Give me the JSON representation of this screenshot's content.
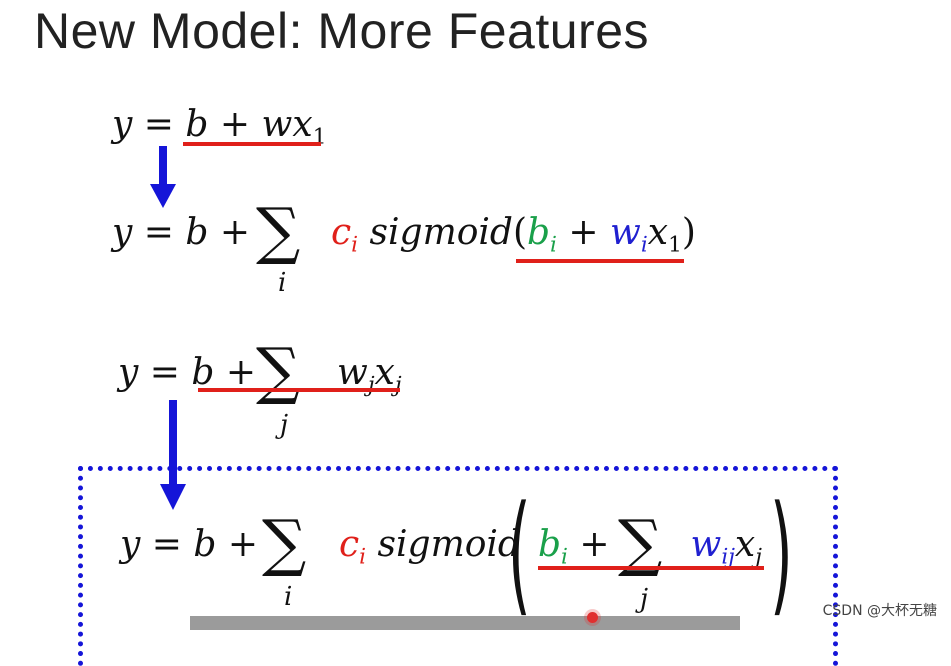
{
  "slide": {
    "title": "New Model: More Features",
    "watermark": "CSDN @大杯无糖"
  },
  "equations": {
    "eq1": {
      "lhs": "y",
      "eq": "=",
      "b": "b",
      "plus": "+",
      "w": "w",
      "x": "x",
      "x_sub": "1"
    },
    "eq2": {
      "lhs": "y",
      "eq": "=",
      "b": "b",
      "plus": "+",
      "sum_index": "i",
      "c": "c",
      "c_sub": "i",
      "func": "sigmoid",
      "open": "(",
      "bi": "b",
      "bi_sub": "i",
      "plus2": "+",
      "wi": "w",
      "wi_sub": "i",
      "x": "x",
      "x_sub": "1",
      "close": ")"
    },
    "eq3": {
      "lhs": "y",
      "eq": "=",
      "b": "b",
      "plus": "+",
      "sum_index": "j",
      "w": "w",
      "w_sub": "j",
      "x": "x",
      "x_sub": "j"
    },
    "eq4": {
      "lhs": "y",
      "eq": "=",
      "b": "b",
      "plus": "+",
      "sum_index": "i",
      "c": "c",
      "c_sub": "i",
      "func": "sigmoid",
      "open": "(",
      "bi": "b",
      "bi_sub": "i",
      "plus2": "+",
      "inner_sum_index": "j",
      "wij": "w",
      "wij_sub": "ij",
      "x": "x",
      "x_sub": "j",
      "close": ")"
    }
  },
  "colors": {
    "underline": "#e0201a",
    "arrow": "#1515d8",
    "box": "#1515d8",
    "c_term": "#e0201a",
    "b_term": "#1aa04a",
    "w_term": "#2020d0"
  }
}
